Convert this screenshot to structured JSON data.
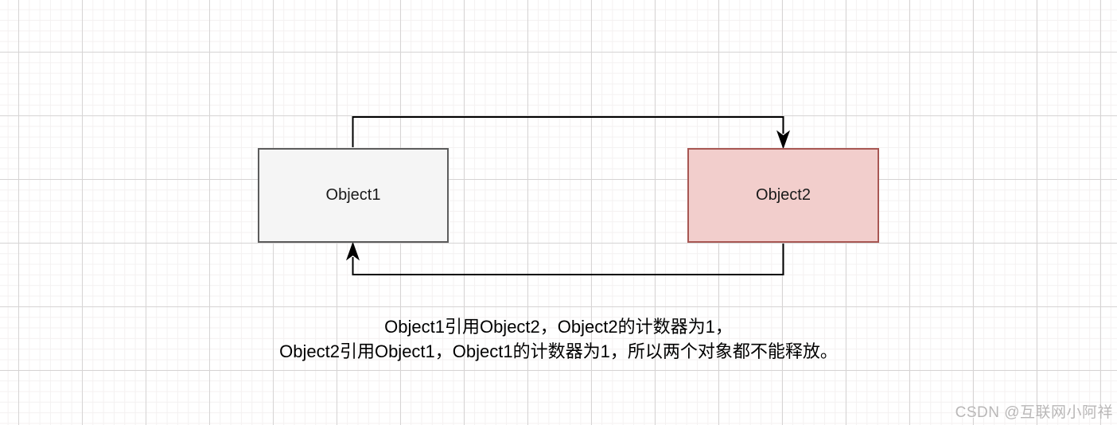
{
  "diagram": {
    "nodes": [
      {
        "id": "object1",
        "label": "Object1",
        "fill": "#f5f5f5",
        "border": "#5c5c5c"
      },
      {
        "id": "object2",
        "label": "Object2",
        "fill": "#f2cecc",
        "border": "#a85753"
      }
    ],
    "edges": [
      {
        "from": "Object1",
        "to": "Object2",
        "color": "#000000"
      },
      {
        "from": "Object2",
        "to": "Object1",
        "color": "#000000"
      }
    ]
  },
  "caption": {
    "line1": "Object1引用Object2，Object2的计数器为1，",
    "line2": "Object2引用Object1，Object1的计数器为1，所以两个对象都不能释放。"
  },
  "watermark": {
    "text": "CSDN @互联网小阿祥",
    "color": "#b9b7b7"
  },
  "grid": {
    "minor_line_color": "#f4f1f1",
    "major_line_color": "#d6d4d4"
  }
}
